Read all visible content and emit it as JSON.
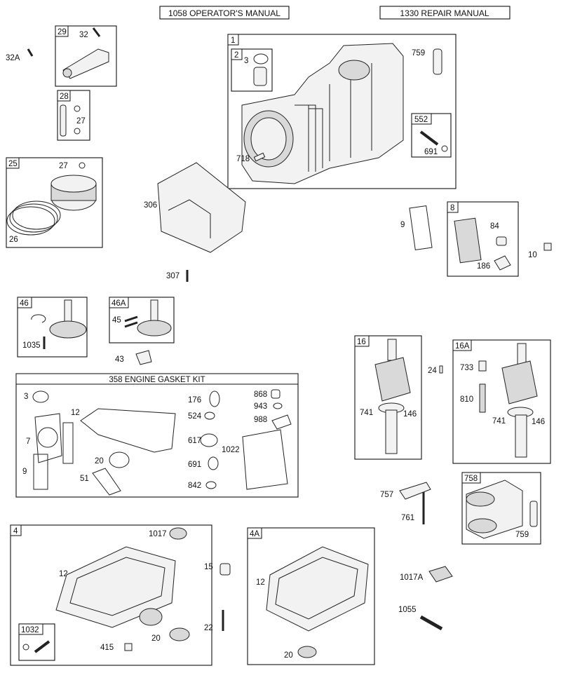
{
  "manuals": {
    "operators": "1058 OPERATOR'S MANUAL",
    "repair": "1330 REPAIR MANUAL"
  },
  "gasket_kit_title": "358 ENGINE GASKET KIT",
  "labels": {
    "p1": "1",
    "p2": "2",
    "p3": "3",
    "p759a": "759",
    "p552": "552",
    "p691a": "691",
    "p718": "718",
    "p29": "29",
    "p32": "32",
    "p32a": "32A",
    "p28": "28",
    "p27a": "27",
    "p25": "25",
    "p27b": "27",
    "p26": "26",
    "p306": "306",
    "p307": "307",
    "p9a": "9",
    "p8": "8",
    "p84": "84",
    "p186": "186",
    "p10": "10",
    "p46": "46",
    "p1035": "1035",
    "p46a": "46A",
    "p45": "45",
    "p43": "43",
    "p16": "16",
    "p741a": "741",
    "p146a": "146",
    "p24": "24",
    "p16a": "16A",
    "p733": "733",
    "p810": "810",
    "p741b": "741",
    "p146b": "146",
    "k3": "3",
    "k12": "12",
    "k7": "7",
    "k9": "9",
    "k20": "20",
    "k51": "51",
    "k176": "176",
    "k524": "524",
    "k617": "617",
    "k691": "691",
    "k842": "842",
    "k868": "868",
    "k943": "943",
    "k988": "988",
    "k1022": "1022",
    "p757": "757",
    "p761": "761",
    "p758": "758",
    "p759b": "759",
    "p4": "4",
    "p1017": "1017",
    "p12a": "12",
    "p1032": "1032",
    "p415": "415",
    "p20a": "20",
    "p15": "15",
    "p22": "22",
    "p4a": "4A",
    "p12b": "12",
    "p20b": "20",
    "p1017a": "1017A",
    "p1055": "1055"
  }
}
